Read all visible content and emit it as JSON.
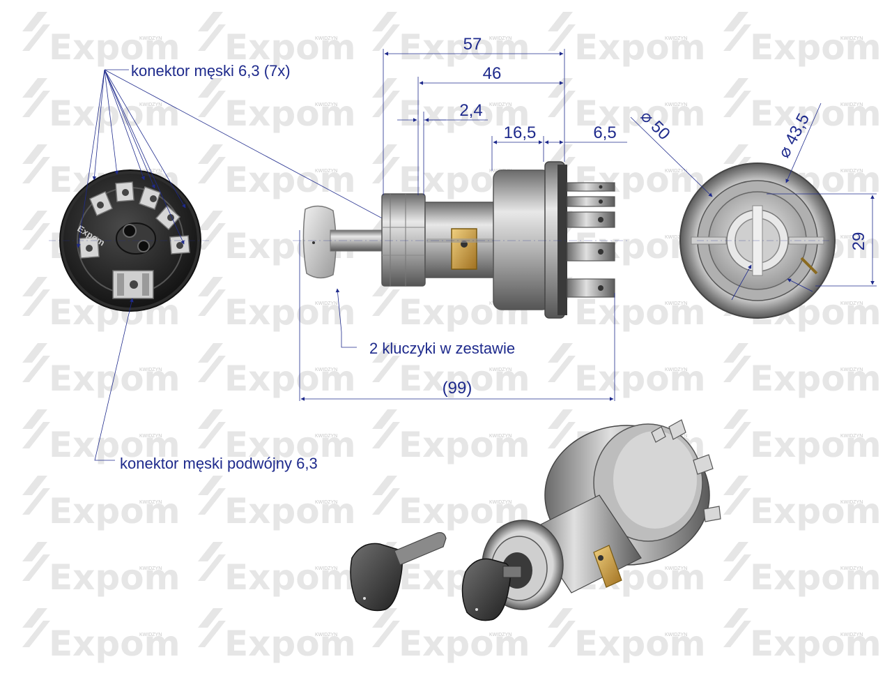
{
  "watermark": {
    "brand": "Expom",
    "city": "KWIDZYN"
  },
  "front_view": {
    "logo_text": "Expom"
  },
  "dimensions": {
    "d57": "57",
    "d46": "46",
    "d2_4": "2,4",
    "d16_5": "16,5",
    "d6_5": "6,5",
    "d99": "(99)",
    "d29": "29",
    "dia50": "⌀ 50",
    "dia43_5": "⌀ 43,5"
  },
  "labels": {
    "connector_male": "konektor męski 6,3 (7x)",
    "keys_in_set": "2 kluczyki w zestawie",
    "connector_double": "konektor męski podwójny 6,3"
  },
  "colors": {
    "annotation": "#1e2a8c",
    "watermark": "#e6e6e6",
    "body_metal": "#9a9a9a",
    "terminal_brass": "#c8a040"
  }
}
